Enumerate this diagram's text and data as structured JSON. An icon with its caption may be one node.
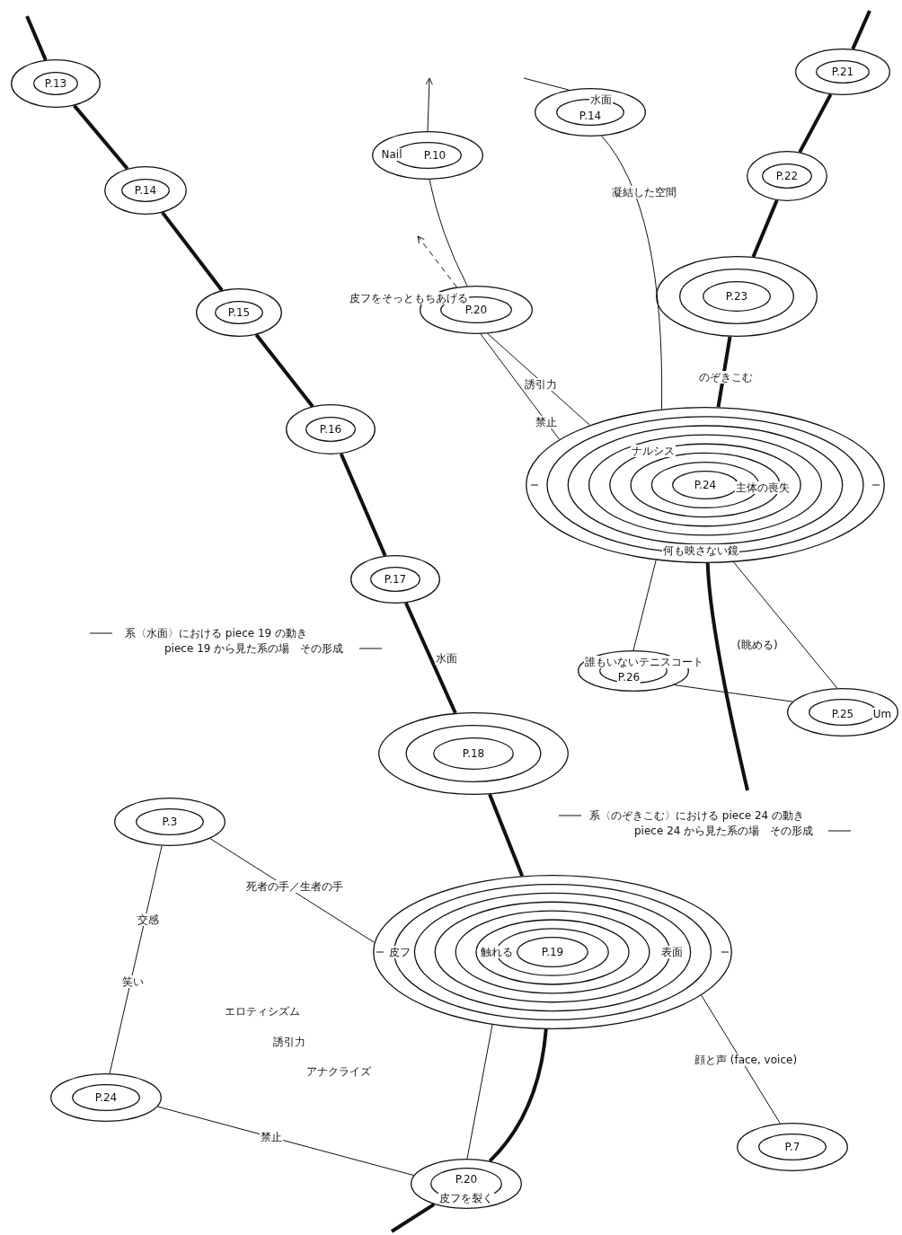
{
  "diagram": {
    "nodes": [
      {
        "text": [
          "P.13"
        ]
      },
      {
        "text": [
          "P.14"
        ]
      },
      {
        "text": [
          "P.15"
        ]
      },
      {
        "text": [
          "P.16"
        ]
      },
      {
        "text": [
          "P.17"
        ]
      },
      {
        "text": [
          "P.18"
        ]
      },
      {
        "text": [
          "皮フ",
          "触れる",
          "P.19",
          "表面"
        ]
      },
      {
        "text": [
          "P.20",
          "皮フを裂く"
        ]
      },
      {
        "text": [
          "Nail",
          "P.10"
        ]
      },
      {
        "text": [
          "水面",
          "P.14"
        ]
      },
      {
        "text": [
          "P.20"
        ],
        "beside": [
          "皮フをそっともちあげる"
        ]
      },
      {
        "text": [
          "P.21"
        ]
      },
      {
        "text": [
          "P.22"
        ]
      },
      {
        "text": [
          "P.23"
        ]
      },
      {
        "text": [
          "ナルシス",
          "P.24",
          "主体の喪失",
          "何も映さない鏡"
        ]
      },
      {
        "text": [
          "誰もいないテニスコート",
          "P.26"
        ]
      },
      {
        "text": [
          "P.25",
          "Um"
        ]
      },
      {
        "text": [
          "P.3"
        ]
      },
      {
        "text": [
          "P.24"
        ]
      },
      {
        "text": [
          "P.7"
        ]
      }
    ],
    "edges": [
      {
        "from": null,
        "to": 0,
        "arrow": "none",
        "style": "thick"
      },
      {
        "from": 0,
        "to": 1,
        "arrow": "none",
        "style": "thick"
      },
      {
        "from": 1,
        "to": 2,
        "arrow": "none",
        "style": "thick"
      },
      {
        "from": 2,
        "to": 3,
        "arrow": "none",
        "style": "thick"
      },
      {
        "from": 3,
        "to": 4,
        "arrow": "none",
        "style": "thick"
      },
      {
        "from": 4,
        "to": 5,
        "arrow": "none",
        "style": "thick",
        "label": "水面"
      },
      {
        "from": 5,
        "to": 6,
        "arrow": "none",
        "style": "thick"
      },
      {
        "from": 6,
        "to": 7,
        "arrow": "none",
        "style": "thick"
      },
      {
        "from": 7,
        "to": null,
        "arrow": "none",
        "style": "thick"
      },
      {
        "from": null,
        "to": 11,
        "arrow": "none",
        "style": "thick"
      },
      {
        "from": 11,
        "to": 12,
        "arrow": "none",
        "style": "thick"
      },
      {
        "from": 12,
        "to": 13,
        "arrow": "none",
        "style": "thick"
      },
      {
        "from": 13,
        "to": 14,
        "arrow": "none",
        "style": "thick",
        "label": "のぞきこむ"
      },
      {
        "from": 14,
        "to": null,
        "arrow": "none",
        "style": "thick"
      },
      {
        "from": 8,
        "to": null,
        "arrow": "to"
      },
      {
        "from": 10,
        "to": 8,
        "arrow": "none"
      },
      {
        "from": 10,
        "to": null,
        "arrow": "to",
        "style": "dashed"
      },
      {
        "from": null,
        "to": 9,
        "arrow": "none"
      },
      {
        "from": 9,
        "to": 14,
        "arrow": "none",
        "label": "凝結した空間"
      },
      {
        "from": 10,
        "to": 14,
        "arrow": "none",
        "label": "誘引力"
      },
      {
        "from": 10,
        "to": 14,
        "arrow": "none",
        "label": "禁止"
      },
      {
        "from": 14,
        "to": 15,
        "arrow": "none"
      },
      {
        "from": 14,
        "to": 16,
        "arrow": "none"
      },
      {
        "from": 15,
        "to": 16,
        "arrow": "none"
      },
      {
        "from": 17,
        "to": 6,
        "arrow": "none",
        "label": "死者の手／生者の手"
      },
      {
        "from": 17,
        "to": 18,
        "arrow": "none",
        "label": "交感"
      },
      {
        "from": 18,
        "to": 7,
        "arrow": "none",
        "label": "禁止"
      },
      {
        "from": 6,
        "to": 7,
        "arrow": "none"
      },
      {
        "from": 6,
        "to": 19,
        "arrow": "none",
        "label": "顔と声 (face, voice)"
      }
    ],
    "labels": [
      "系〈水面〉における piece 19 の動き",
      "piece 19 から見た系の場　その形成",
      "(眺める)",
      "系〈のぞきこむ〉における piece 24 の動き",
      "piece 24 から見た系の場　その形成",
      "笑い",
      "エロティシズム",
      "誘引力",
      "アナクライズ"
    ]
  }
}
